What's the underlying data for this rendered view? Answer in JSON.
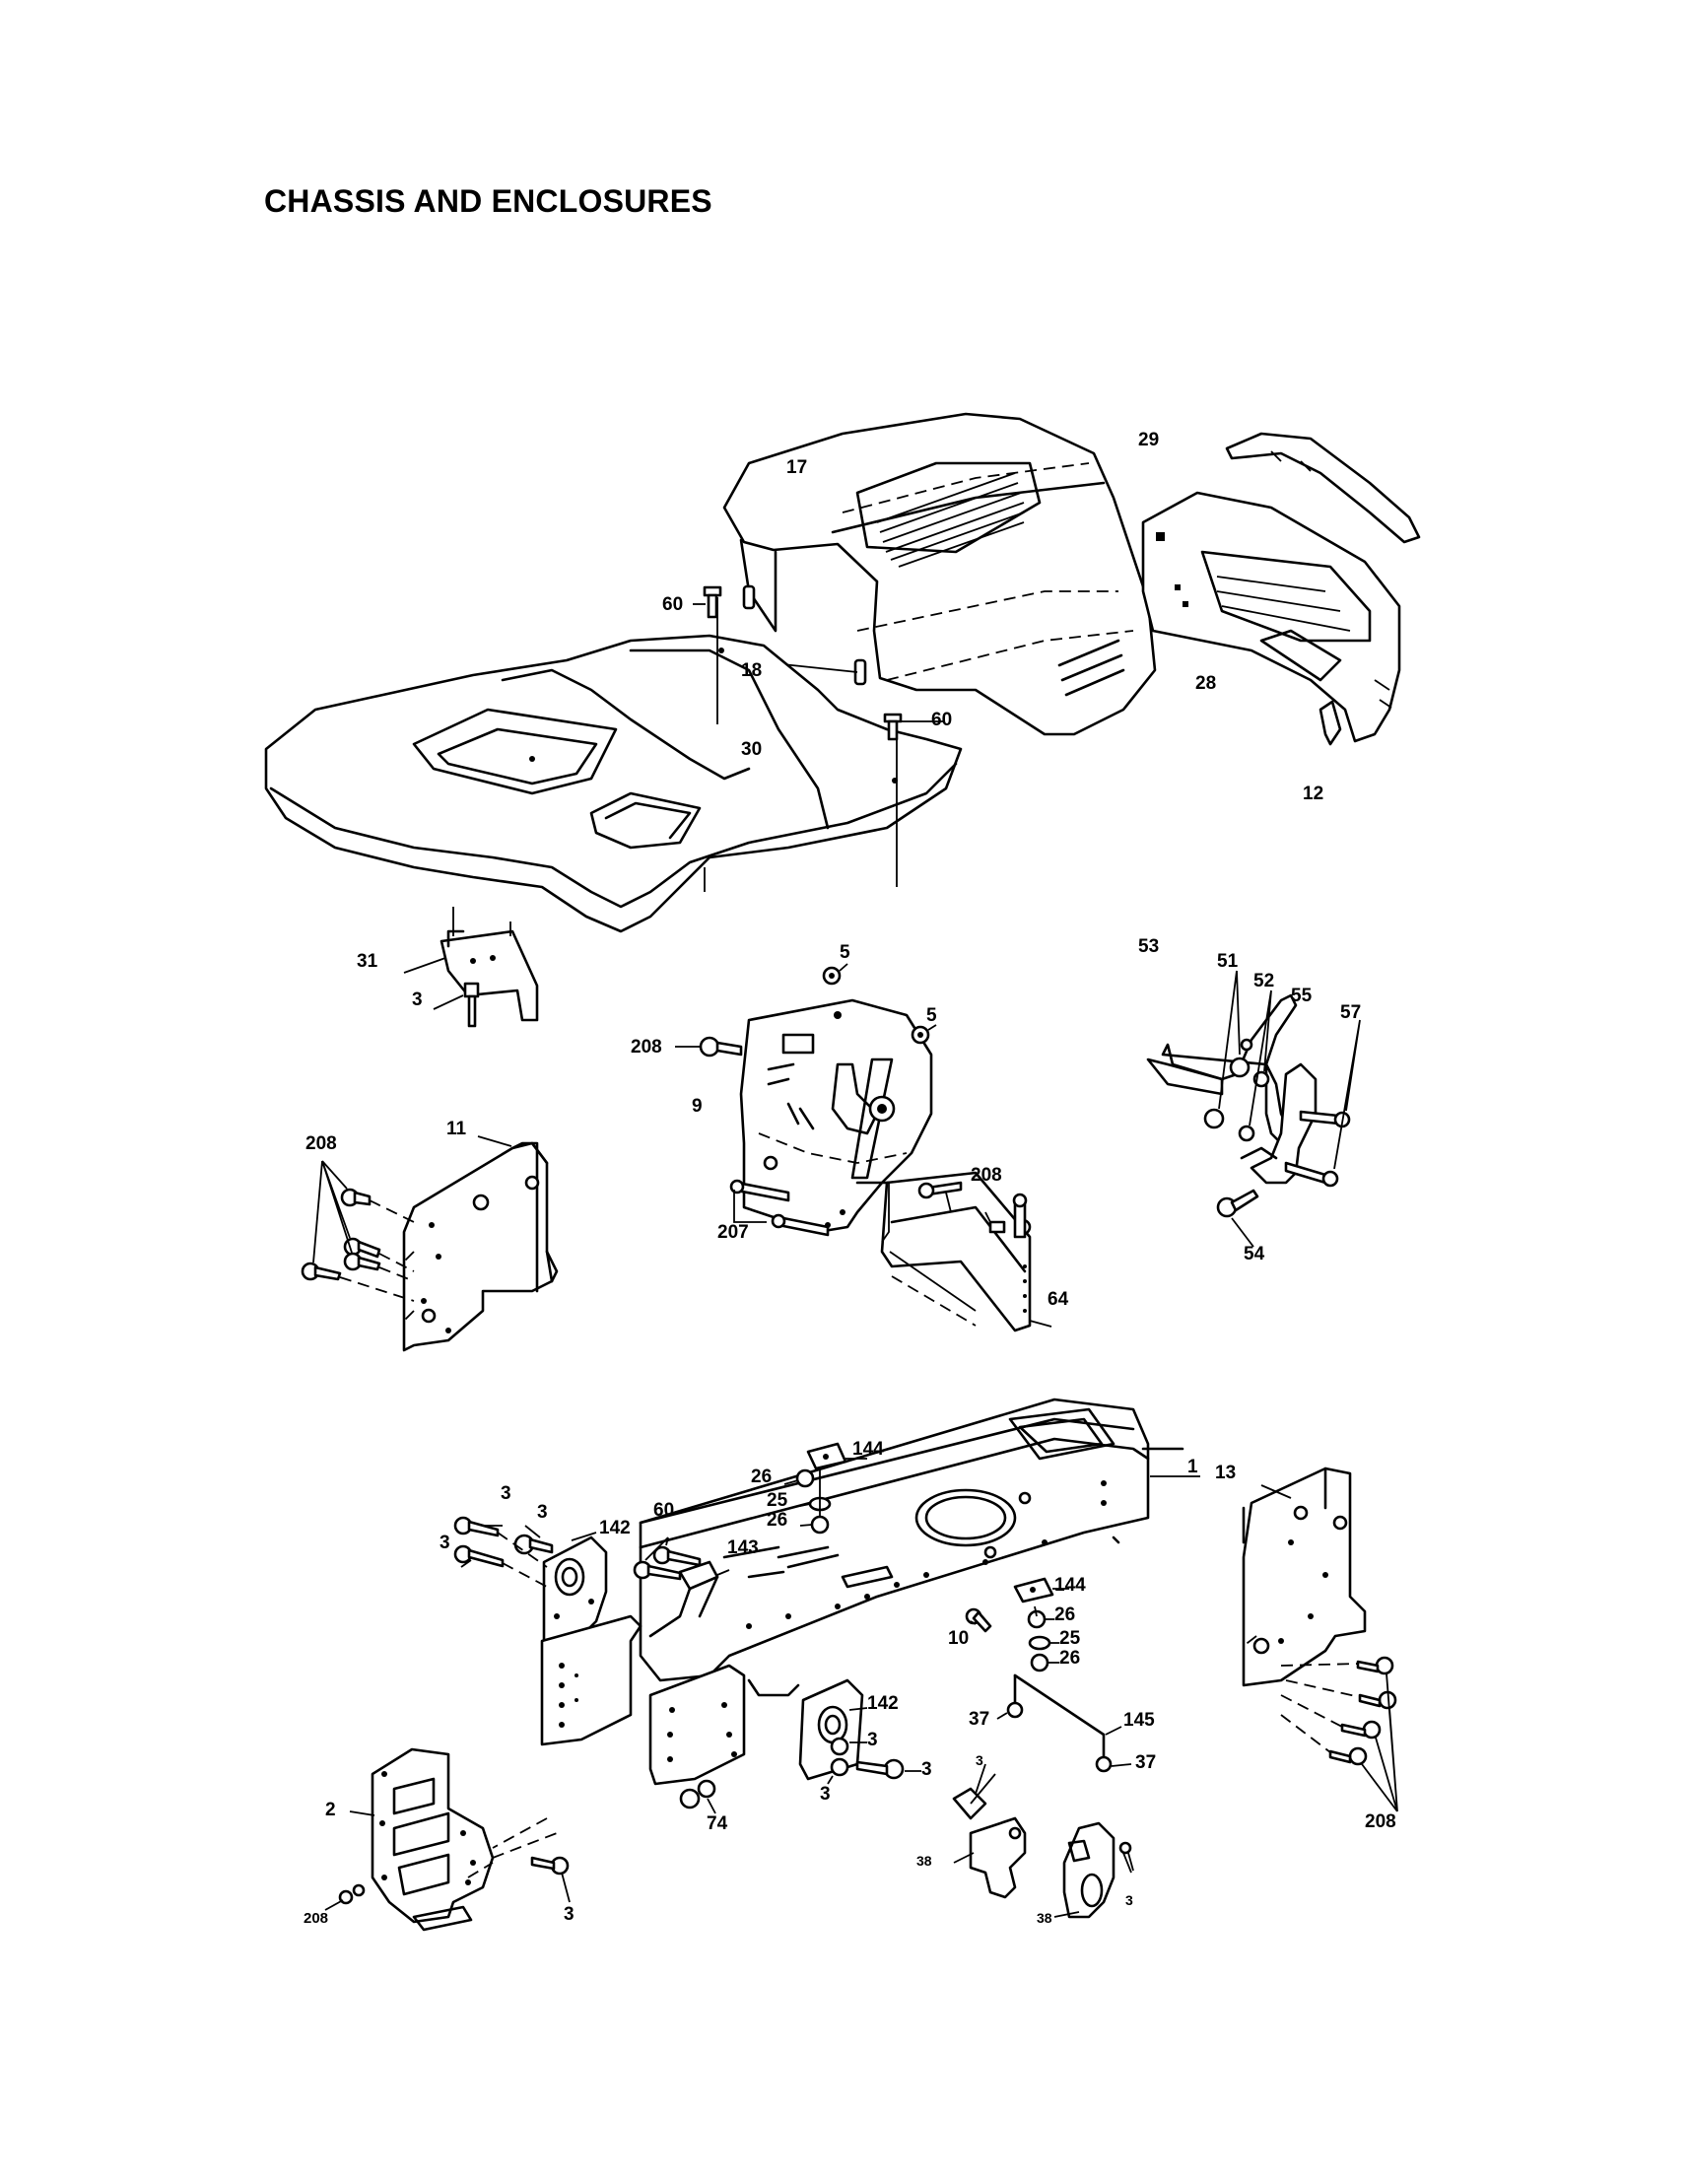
{
  "title": "CHASSIS AND ENCLOSURES",
  "callouts": {
    "c17": "17",
    "c29": "29",
    "c60a": "60",
    "c18": "18",
    "c60b": "60",
    "c30": "30",
    "c28": "28",
    "c12": "12",
    "c31": "31",
    "c3a": "3",
    "c5a": "5",
    "c5b": "5",
    "c208a": "208",
    "c9": "9",
    "c53": "53",
    "c51": "51",
    "c52": "52",
    "c55": "55",
    "c57": "57",
    "c208b": "208",
    "c11": "11",
    "c208c": "208",
    "c207": "207",
    "c54": "54",
    "c64": "64",
    "c1": "1",
    "c13": "13",
    "c144a": "144",
    "c26a": "26",
    "c25a": "25",
    "c26b": "26",
    "c3b": "3",
    "c3c": "3",
    "c3d": "3",
    "c142a": "142",
    "c60c": "60",
    "c143": "143",
    "c144b": "144",
    "c26c": "26",
    "c10": "10",
    "c25b": "25",
    "c26d": "26",
    "c142b": "142",
    "c3e": "3",
    "c37a": "37",
    "c145": "145",
    "c3f": "3",
    "c37b": "37",
    "c3g": "3",
    "c2": "2",
    "c74": "74",
    "c208d": "208",
    "c3h": "3",
    "c3i": "3",
    "c38a": "38",
    "c38b": "38",
    "c3j": "3",
    "c208e": "208"
  }
}
